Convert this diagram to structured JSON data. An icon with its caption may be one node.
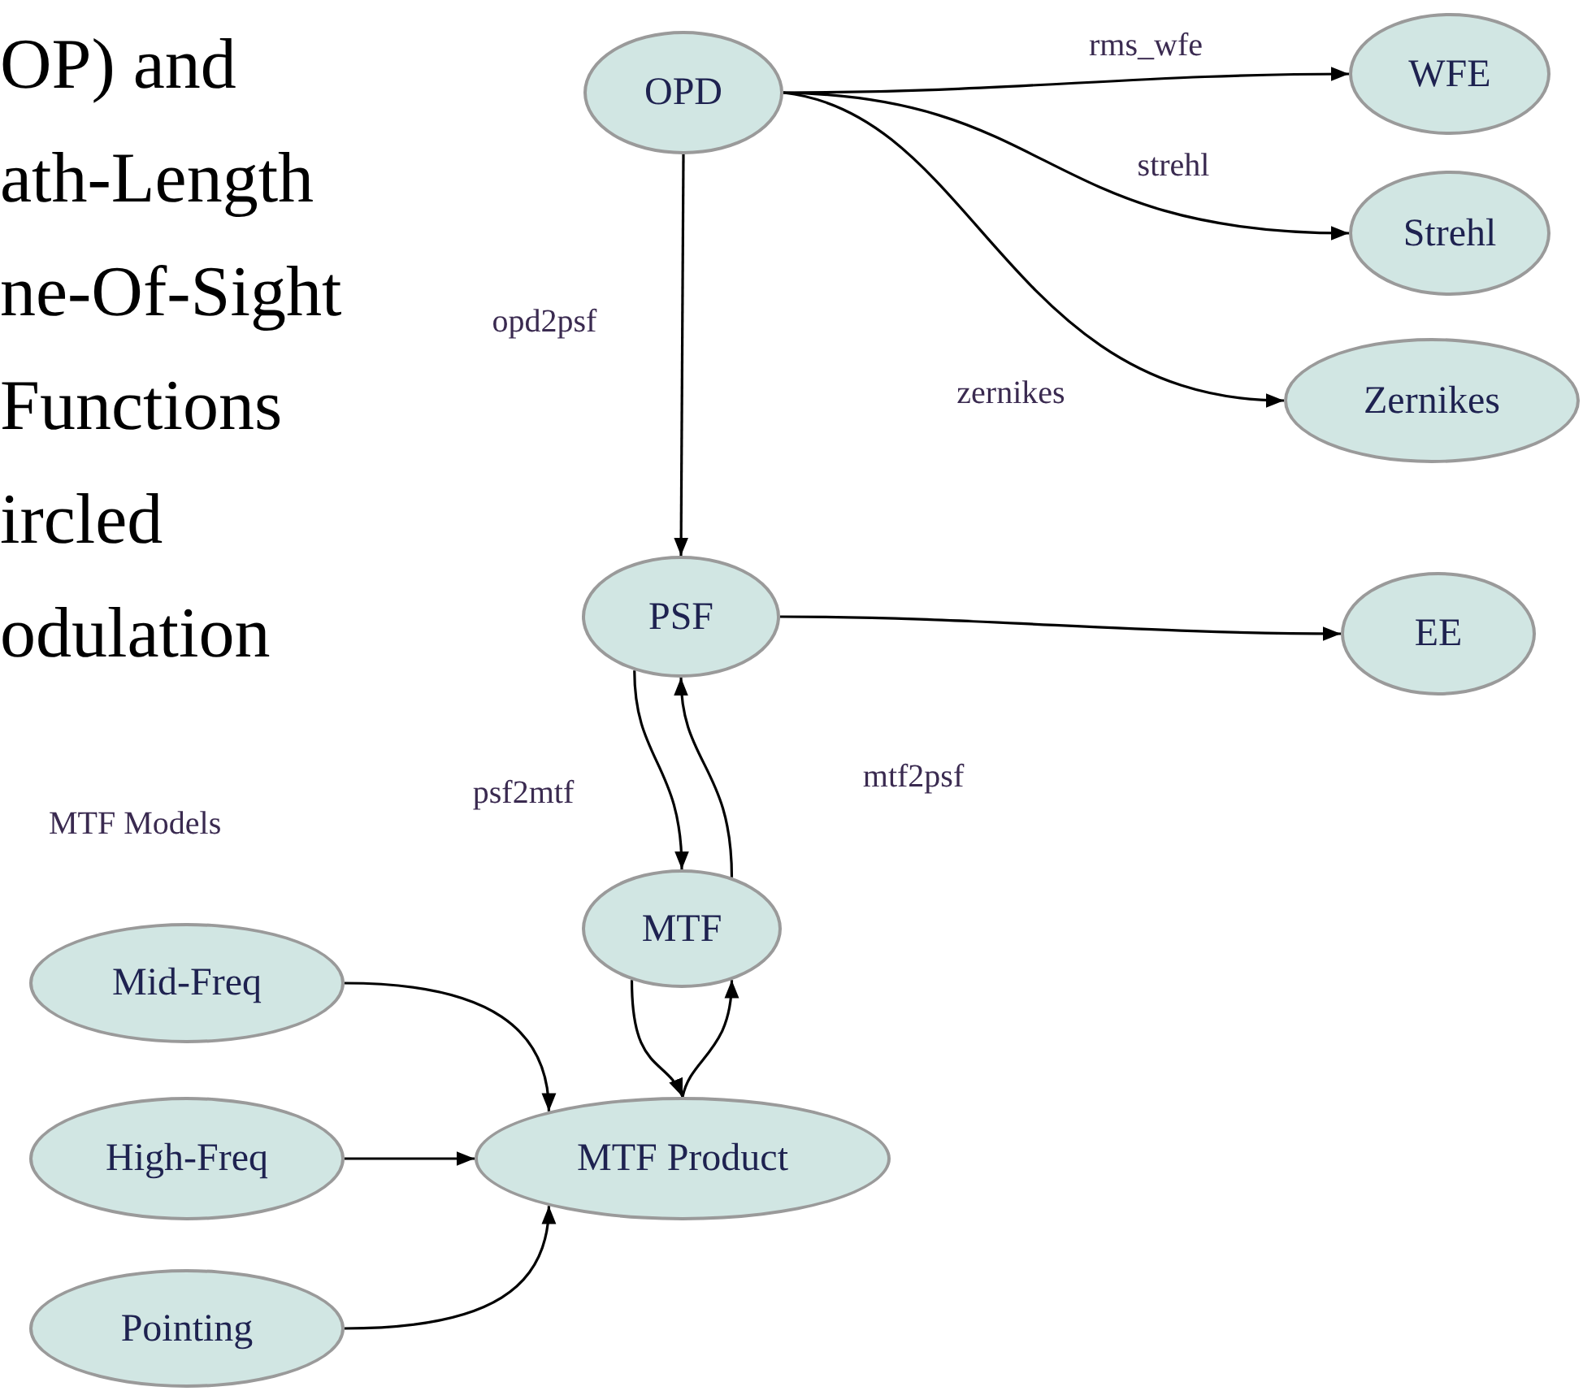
{
  "diagram": {
    "nodes": [
      {
        "text": [
          "OPD"
        ]
      },
      {
        "text": [
          "WFE"
        ]
      },
      {
        "text": [
          "Strehl"
        ]
      },
      {
        "text": [
          "Zernikes"
        ]
      },
      {
        "text": [
          "PSF"
        ]
      },
      {
        "text": [
          "EE"
        ]
      },
      {
        "text": [
          "MTF"
        ]
      },
      {
        "text": [
          "Mid-Freq"
        ]
      },
      {
        "text": [
          "MTF Product"
        ]
      },
      {
        "text": [
          "High-Freq"
        ]
      },
      {
        "text": [
          "Pointing"
        ]
      }
    ],
    "edges": [
      {
        "from": 0,
        "to": 1,
        "arrow": "to",
        "label": "rms_wfe"
      },
      {
        "from": 0,
        "to": 2,
        "arrow": "to",
        "label": "strehl"
      },
      {
        "from": 0,
        "to": 3,
        "arrow": "to",
        "label": "zernikes"
      },
      {
        "from": 0,
        "to": 4,
        "arrow": "to",
        "label": "opd2psf"
      },
      {
        "from": 4,
        "to": 5,
        "arrow": "to"
      },
      {
        "from": 4,
        "to": 6,
        "arrow": "to",
        "label": "psf2mtf"
      },
      {
        "from": 6,
        "to": 4,
        "arrow": "to",
        "label": "mtf2psf"
      },
      {
        "from": 6,
        "to": 8,
        "arrow": "to"
      },
      {
        "from": 8,
        "to": 6,
        "arrow": "to"
      },
      {
        "from": 7,
        "to": 8,
        "arrow": "to"
      },
      {
        "from": 9,
        "to": 8,
        "arrow": "to"
      },
      {
        "from": 10,
        "to": 8,
        "arrow": "to"
      }
    ],
    "labels": [
      "OP) and",
      "ath-Length",
      "ne-Of-Sight",
      "Functions",
      "ircled",
      "odulation",
      "MTF Models"
    ]
  }
}
